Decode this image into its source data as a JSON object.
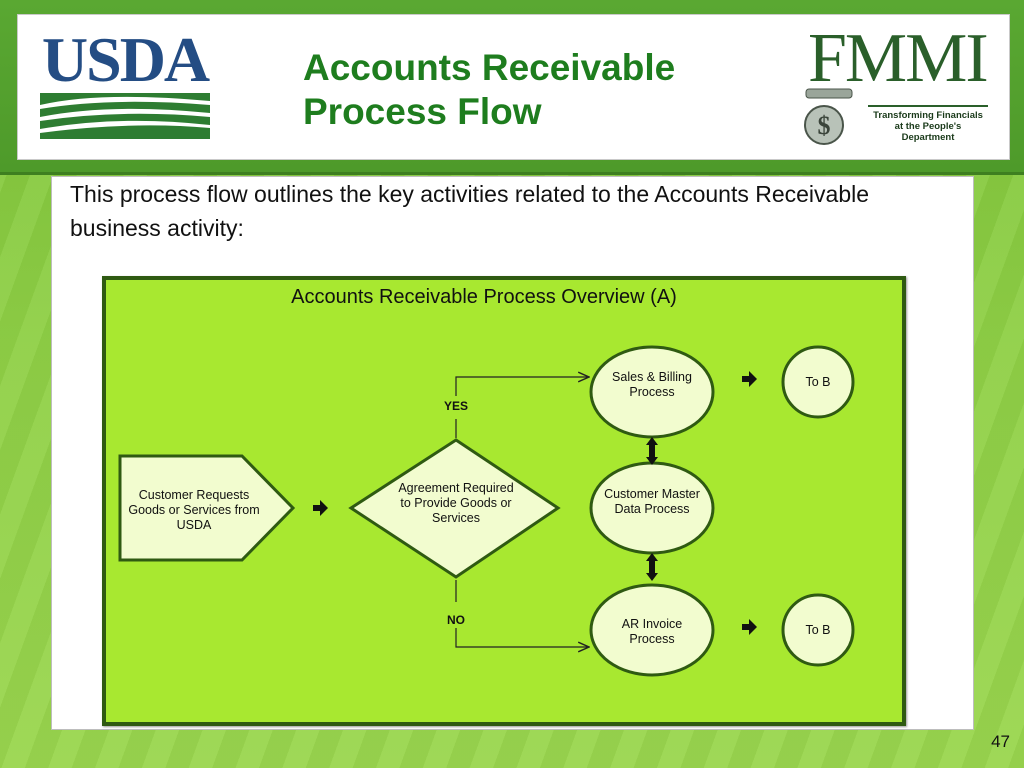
{
  "header": {
    "usda_logo_text": "USDA",
    "title_line1": "Accounts Receivable",
    "title_line2": "Process Flow",
    "fmmi_logo_text": "FMMI",
    "fmmi_tagline": "Transforming Financials at the People's Department"
  },
  "intro_text": "This process flow outlines the key activities related to the Accounts Receivable business activity:",
  "diagram": {
    "title": "Accounts Receivable Process Overview (A)",
    "nodes": {
      "customer_requests": "Customer Requests Goods or Services from USDA",
      "agreement": "Agreement Required to Provide Goods or Services",
      "sales_billing": "Sales & Billing Process",
      "customer_master": "Customer Master Data Process",
      "ar_invoice": "AR Invoice Process",
      "to_b_top": "To B",
      "to_b_bottom": "To B"
    },
    "branches": {
      "yes": "YES",
      "no": "NO"
    }
  },
  "page_number": "47",
  "colors": {
    "title_green": "#1e7d1e",
    "diagram_fill": "#a8e830",
    "node_fill": "#f2fccf",
    "usda_blue": "#244d84",
    "usda_green": "#2e7d32"
  }
}
